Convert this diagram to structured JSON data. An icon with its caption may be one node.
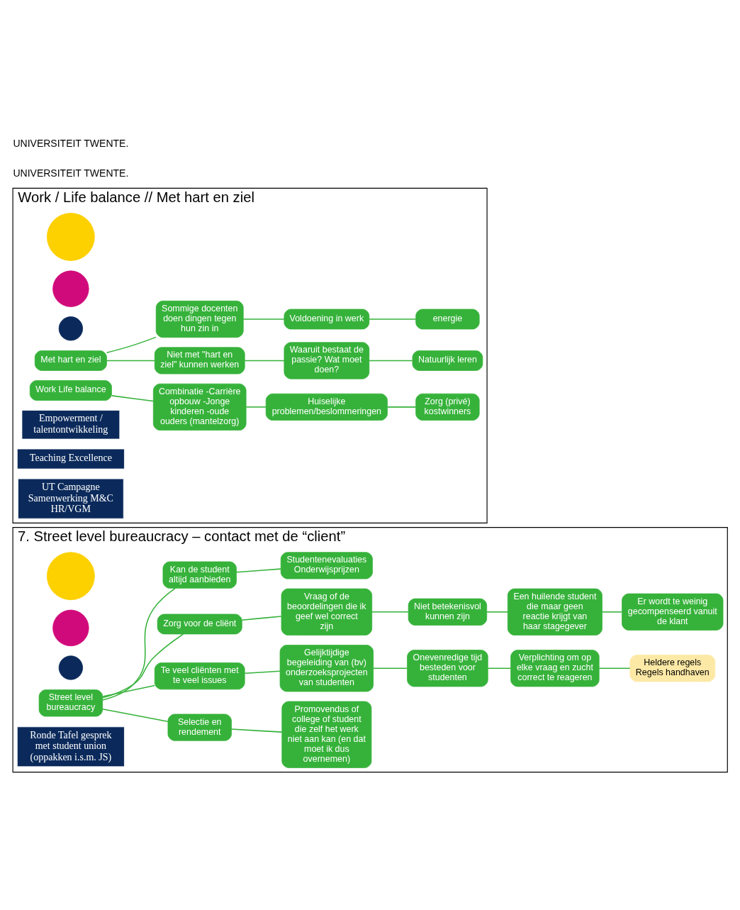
{
  "diagram": {
    "nodes": [
      {
        "text": [
          "Work / Life balance // Met hart en ziel"
        ]
      },
      {
        "text": [],
        "shape": "circle",
        "in": 0
      },
      {
        "text": [],
        "shape": "circle",
        "in": 0
      },
      {
        "text": [],
        "shape": "circle",
        "in": 0
      },
      {
        "text": [
          "Met hart en ziel"
        ],
        "in": 0
      },
      {
        "text": [
          "Niet met \"hart en ziel\" kunnen werken"
        ],
        "in": 0
      },
      {
        "text": [
          "Waaruit bestaat de passie? Wat moet doen?"
        ],
        "in": 0
      },
      {
        "text": [
          "Natuurlijk leren"
        ],
        "in": 0
      },
      {
        "text": [
          "Sommige docenten doen dingen tegen hun zin in"
        ],
        "in": 0
      },
      {
        "text": [
          "Voldoening in werk"
        ],
        "in": 0
      },
      {
        "text": [
          "energie"
        ],
        "in": 0
      },
      {
        "text": [
          "Work Life balance"
        ],
        "in": 0
      },
      {
        "text": [
          "Combinatie -Carrière opbouw -Jonge kinderen -oude ouders (mantelzorg)"
        ],
        "in": 0
      },
      {
        "text": [
          "Huiselijke problemen/beslommeringen"
        ],
        "in": 0
      },
      {
        "text": [
          "Zorg (privé) kostwinners"
        ],
        "in": 0
      },
      {
        "text": [
          "Empowerment / talentontwikkeling"
        ],
        "in": 0
      },
      {
        "text": [
          "Teaching Excellence"
        ],
        "in": 0
      },
      {
        "text": [
          "UT Campagne Samenwerking M&C HR/VGM"
        ],
        "in": 0
      },
      {
        "text": [
          "7. Street level bureaucracy – contact met de “client”"
        ]
      },
      {
        "text": [],
        "shape": "circle",
        "in": 18
      },
      {
        "text": [],
        "shape": "circle",
        "in": 18
      },
      {
        "text": [],
        "shape": "circle",
        "in": 18
      },
      {
        "text": [
          "Street level bureaucracy"
        ],
        "in": 18
      },
      {
        "text": [
          "Selectie en rendement"
        ],
        "in": 18
      },
      {
        "text": [
          "Promovendus of college of student die zelf het werk niet aan kan (en dat moet ik dus overnemen)"
        ],
        "in": 18
      },
      {
        "text": [
          "Te veel cliënten met te veel issues"
        ],
        "in": 18
      },
      {
        "text": [
          "Gelijktijdige begeleiding van (bv) onderzoeksprojecten van studenten"
        ],
        "in": 18
      },
      {
        "text": [
          "Onevenredige tijd besteden voor studenten"
        ],
        "in": 18
      },
      {
        "text": [
          "Verplichting om op elke vraag en zucht correct te reageren"
        ],
        "in": 18
      },
      {
        "text": [
          "Heldere regels Regels handhaven"
        ],
        "in": 18
      },
      {
        "text": [
          "Zorg voor de cliënt"
        ],
        "in": 18
      },
      {
        "text": [
          "Vraag of de beoordelingen die ik geef wel correct zijn"
        ],
        "in": 18
      },
      {
        "text": [
          "Niet betekenisvol kunnen zijn"
        ],
        "in": 18
      },
      {
        "text": [
          "Een huilende student die maar geen reactie krijgt van haar stagegever"
        ],
        "in": 18
      },
      {
        "text": [
          "Er wordt te weinig gecompenseerd vanuit de klant"
        ],
        "in": 18
      },
      {
        "text": [
          "Kan de student altijd aanbieden"
        ],
        "in": 18
      },
      {
        "text": [
          "Studentenevaluaties",
          "Onderwijsprijzen"
        ],
        "in": 18
      },
      {
        "text": [
          "Ronde Tafel gesprek met student union (oppakken i.s.m. JS)"
        ],
        "in": 18
      }
    ],
    "edges": [
      {
        "from": 4,
        "to": 5,
        "arrow": "none"
      },
      {
        "from": 4,
        "to": 8,
        "arrow": "none"
      },
      {
        "from": 5,
        "to": 6,
        "arrow": "none"
      },
      {
        "from": 6,
        "to": 7,
        "arrow": "none"
      },
      {
        "from": 8,
        "to": 9,
        "arrow": "none"
      },
      {
        "from": 9,
        "to": 10,
        "arrow": "none"
      },
      {
        "from": 11,
        "to": 12,
        "arrow": "none"
      },
      {
        "from": 12,
        "to": 13,
        "arrow": "none"
      },
      {
        "from": 13,
        "to": 14,
        "arrow": "none"
      },
      {
        "from": 22,
        "to": 23,
        "arrow": "none"
      },
      {
        "from": 22,
        "to": 25,
        "arrow": "none"
      },
      {
        "from": 22,
        "to": 30,
        "arrow": "none"
      },
      {
        "from": 22,
        "to": 35,
        "arrow": "none"
      },
      {
        "from": 23,
        "to": 24,
        "arrow": "none"
      },
      {
        "from": 25,
        "to": 26,
        "arrow": "none"
      },
      {
        "from": 26,
        "to": 27,
        "arrow": "none"
      },
      {
        "from": 27,
        "to": 28,
        "arrow": "none"
      },
      {
        "from": 28,
        "to": 29,
        "arrow": "none"
      },
      {
        "from": 30,
        "to": 31,
        "arrow": "none"
      },
      {
        "from": 31,
        "to": 32,
        "arrow": "none"
      },
      {
        "from": 32,
        "to": 33,
        "arrow": "none"
      },
      {
        "from": 33,
        "to": 34,
        "arrow": "none"
      },
      {
        "from": 35,
        "to": 36,
        "arrow": "none"
      }
    ],
    "labels": [
      "UNIVERSITEIT TWENTE.",
      "UNIVERSITEIT TWENTE."
    ]
  }
}
